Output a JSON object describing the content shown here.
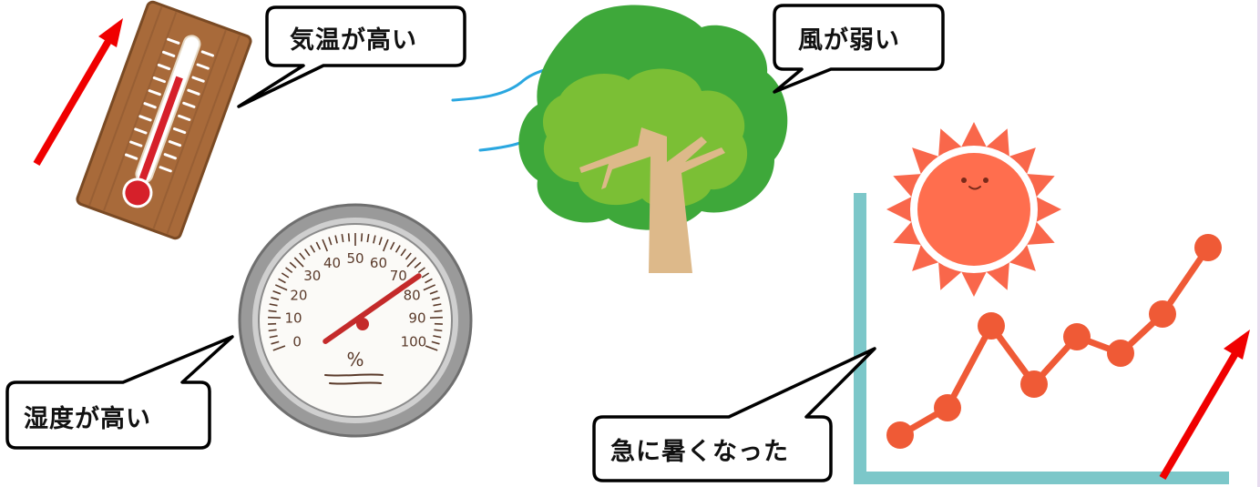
{
  "callouts": {
    "temperature": "気温が高い",
    "wind": "風が弱い",
    "humidity": "湿度が高い",
    "sudden_heat": "急に暑くなった"
  },
  "hygrometer": {
    "ticks": [
      "0",
      "10",
      "20",
      "30",
      "40",
      "50",
      "60",
      "70",
      "80",
      "90",
      "100"
    ],
    "unit": "%",
    "reading": 75
  },
  "colors": {
    "arrow": "#f00000",
    "thermo_wood": "#a86a3a",
    "thermo_red": "#d6202a",
    "tree_dark": "#3ea83a",
    "tree_light": "#7bbf35",
    "trunk": "#ddb98a",
    "wind": "#2aa7e0",
    "sun": "#f9674b",
    "sun_face": "#ff6e4e",
    "graph_axis": "#7cc7c9",
    "graph_line": "#ef5a36"
  },
  "icons": [
    "thermometer-icon",
    "tree-icon",
    "wind-icon",
    "hygrometer-icon",
    "sun-icon",
    "rising-graph-icon",
    "up-arrow-icon"
  ]
}
